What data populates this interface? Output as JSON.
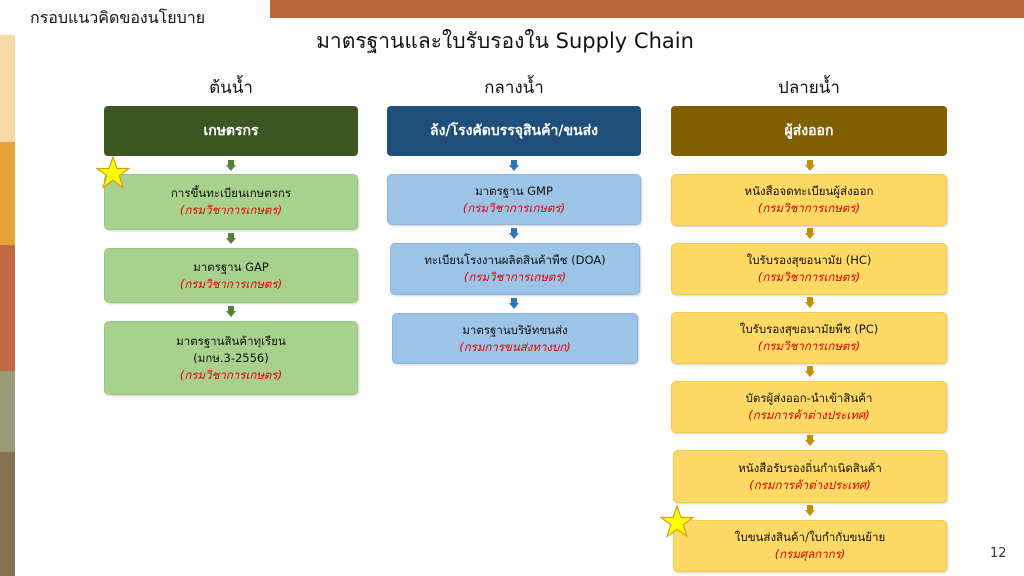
{
  "section_label": "กรอบแนวคิดของนโยบาย",
  "title": "มาตรฐานและใบรับรองใน Supply Chain",
  "page_number": "12",
  "colors": {
    "upstream_header": "#3b5623",
    "midstream_header": "#1e4e79",
    "downstream_header": "#7f6000",
    "agency_text": "#e00000",
    "star": "#ffff00"
  },
  "columns": [
    {
      "title": "ต้นน้ำ",
      "header": "เกษตรกร",
      "items": [
        {
          "label": "การขึ้นทะเบียนเกษตรกร",
          "agency": "(กรมวิชาการเกษตร)"
        },
        {
          "label": "มาตรฐาน GAP",
          "agency": "(กรมวิชาการเกษตร)"
        },
        {
          "label": "มาตรฐานสินค้าทุเรียน",
          "label2": "(มกษ.3-2556)",
          "agency": "(กรมวิชาการเกษตร)"
        }
      ]
    },
    {
      "title": "กลางน้ำ",
      "header": "ล้ง/โรงคัดบรรจุสินค้า/ขนส่ง",
      "items": [
        {
          "label": "มาตรฐาน GMP",
          "agency": "(กรมวิชาการเกษตร)"
        },
        {
          "label": "ทะเบียนโรงงานผลิตสินค้าพืช (DOA)",
          "agency": "(กรมวิชาการเกษตร)"
        },
        {
          "label": "มาตรฐานบริษัทขนส่ง",
          "agency": "(กรมการขนส่งทางบก)"
        }
      ]
    },
    {
      "title": "ปลายน้ำ",
      "header": "ผู้ส่งออก",
      "items": [
        {
          "label": "หนังสือจดทะเบียนผู้ส่งออก",
          "agency": "(กรมวิชาการเกษตร)"
        },
        {
          "label": "ใบรับรองสุขอนามัย (HC)",
          "agency": "(กรมวิชาการเกษตร)"
        },
        {
          "label": "ใบรับรองสุขอนามัยพืช (PC)",
          "agency": "(กรมวิชาการเกษตร)"
        },
        {
          "label": "บัตรผู้ส่งออก-นำเข้าสินค้า",
          "agency": "(กรมการค้าต่างประเทศ)"
        },
        {
          "label": "หนังสือรับรองถิ่นกำเนิดสินค้า",
          "agency": "(กรมการค้าต่างประเทศ)"
        },
        {
          "label": "ใบขนส่งสินค้า/ใบกำกับขนย้าย",
          "agency": "(กรมศุลกากร)"
        }
      ]
    }
  ]
}
